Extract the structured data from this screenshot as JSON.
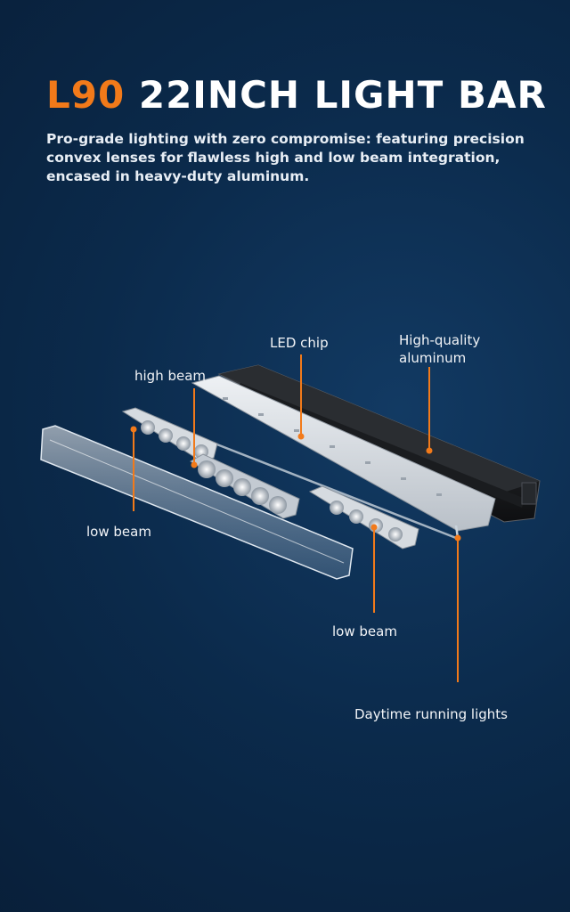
{
  "header": {
    "model": "L90",
    "title_rest": "22INCH LIGHT BAR",
    "description": "Pro-grade lighting with zero compromise: featuring precision convex lenses for flawless high and low beam integration, encased in heavy-duty aluminum."
  },
  "callouts": {
    "led_chip": "LED chip",
    "aluminum_line1": "High-quality",
    "aluminum_line2": "aluminum",
    "high_beam": "high beam",
    "low_beam_left": "low beam",
    "low_beam_right": "low beam",
    "drl": "Daytime running lights"
  },
  "colors": {
    "accent": "#f27a1a",
    "background": "#0b2a4b"
  }
}
